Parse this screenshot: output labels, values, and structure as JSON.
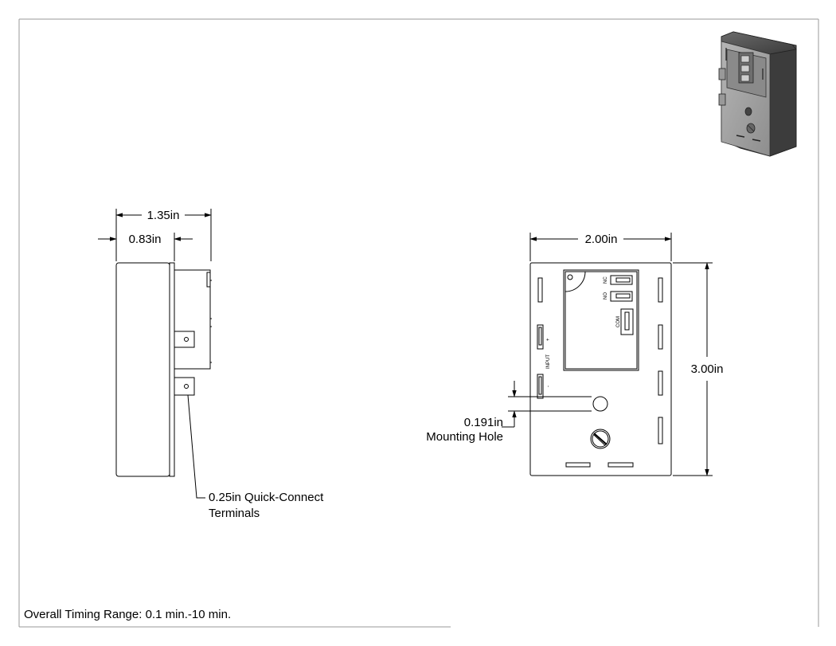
{
  "dimensions": {
    "side_total_depth": "1.35in",
    "side_body_depth": "0.83in",
    "front_width": "2.00in",
    "front_height": "3.00in",
    "hole_diameter": "0.191in"
  },
  "callouts": {
    "hole_label": "Mounting Hole",
    "terminals_line1": "0.25in Quick-Connect",
    "terminals_line2": "Terminals"
  },
  "terminal_labels": {
    "nc": "NC",
    "no": "NO",
    "com": "COM",
    "input": "INPUT",
    "plus": "+",
    "minus": "-"
  },
  "footer": {
    "timing_range": "Overall Timing Range: 0.1 min.-10 min."
  }
}
